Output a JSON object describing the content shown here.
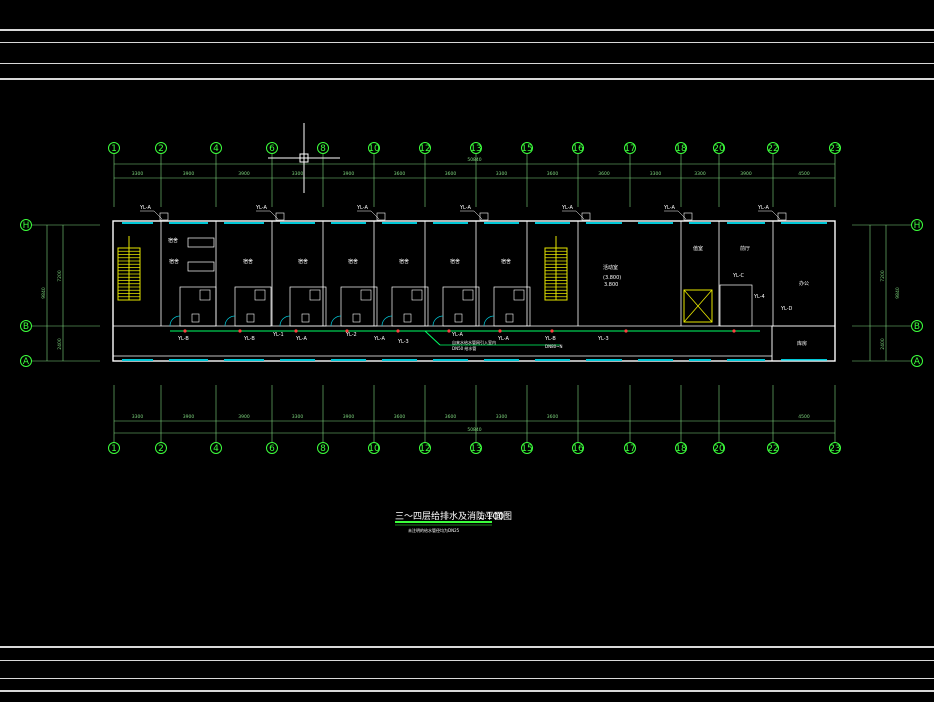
{
  "colors": {
    "background": "#000000",
    "frame_line": "#d8d8d8",
    "axis_line": "#3cff3c",
    "dimension_line": "#7fd87f",
    "wall": "#ffffff",
    "window": "#00c8d8",
    "stair": "#e8e800",
    "pipe": "#00ff66",
    "riser": "#ff4040",
    "door": "#00c8d8"
  },
  "grid": {
    "top_axes": [
      "1",
      "2",
      "4",
      "6",
      "8",
      "10",
      "12",
      "13",
      "15",
      "16",
      "17",
      "18",
      "20",
      "22",
      "23"
    ],
    "bottom_axes": [
      "1",
      "2",
      "4",
      "6",
      "8",
      "10",
      "12",
      "13",
      "15",
      "16",
      "17",
      "18",
      "20",
      "22",
      "23"
    ],
    "row_axes": [
      "H",
      "B",
      "A"
    ]
  },
  "dimensions": {
    "top_segments": [
      "3300",
      "3900",
      "3900",
      "3300",
      "3900",
      "3600",
      "3600",
      "3300",
      "3600",
      "3600",
      "3300",
      "3300",
      "3900",
      "4500"
    ],
    "top_total": "50840",
    "bottom_segments": [
      "3300",
      "3900",
      "3900",
      "3300",
      "3900",
      "3600",
      "3600",
      "3300",
      "3600",
      "4500"
    ],
    "bottom_total": "50840",
    "side_total": "9840",
    "side_upper": "7200",
    "side_lower": "2400"
  },
  "rooms": {
    "dorm_labels": [
      "宿舍",
      "宿舍",
      "宿舍",
      "宿舍",
      "宿舍",
      "宿舍",
      "宿舍",
      "宿舍"
    ],
    "activity_room": "活动室",
    "activity_level": "(3.800)",
    "activity_level2": "3.800",
    "duty_room": "值室",
    "lobby": "前厅",
    "office": "办公",
    "small_room": "库房"
  },
  "pipe_tags": {
    "top": [
      "YL-A",
      "YL-A",
      "YL-A",
      "YL-A",
      "YL-A",
      "YL-A",
      "YL-A"
    ],
    "bottom_row": [
      "YL-B",
      "YL-B",
      "YL-1",
      "YL-A",
      "YL-2",
      "YL-A",
      "YL-3",
      "YL-A",
      "YL-A",
      "YL-B",
      "YL-3"
    ],
    "right": [
      "YL-C",
      "YL-4",
      "YL-D"
    ],
    "note_1": "自来水给水管网引入室内",
    "note_2": "DN50 给水管",
    "note_3": "DN80~N"
  },
  "title": {
    "main": "三～四层给排水及消防平面图",
    "scale": "1:100",
    "sub": "未注明的给水管径均为DN25"
  }
}
